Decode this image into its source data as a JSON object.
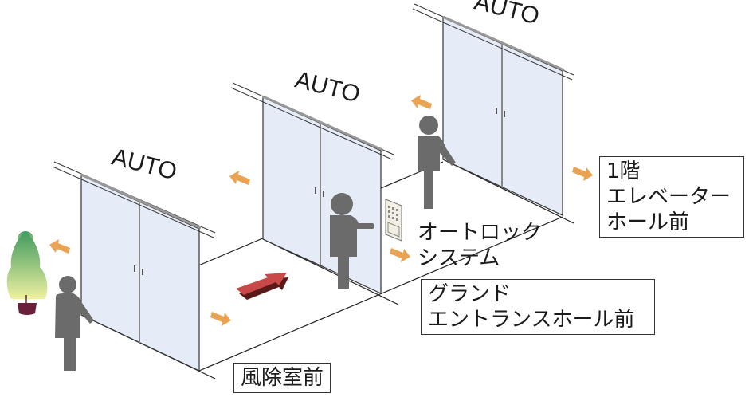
{
  "doors": [
    {
      "sign": "AUTO"
    },
    {
      "sign": "AUTO"
    },
    {
      "sign": "AUTO"
    }
  ],
  "labels": {
    "windbreak": "風除室前",
    "autolock_line1": "オートロック",
    "autolock_line2": "システム",
    "grand_line1": "グランド",
    "grand_line2": "エントランスホール前",
    "elevator_line1": "1階",
    "elevator_line2": "エレベーター",
    "elevator_line3": "ホール前"
  },
  "colors": {
    "glass": "#e6ecf7",
    "person": "#6b6b6b",
    "arrow": "#e9a352",
    "direction_arrow": "#c94848"
  }
}
